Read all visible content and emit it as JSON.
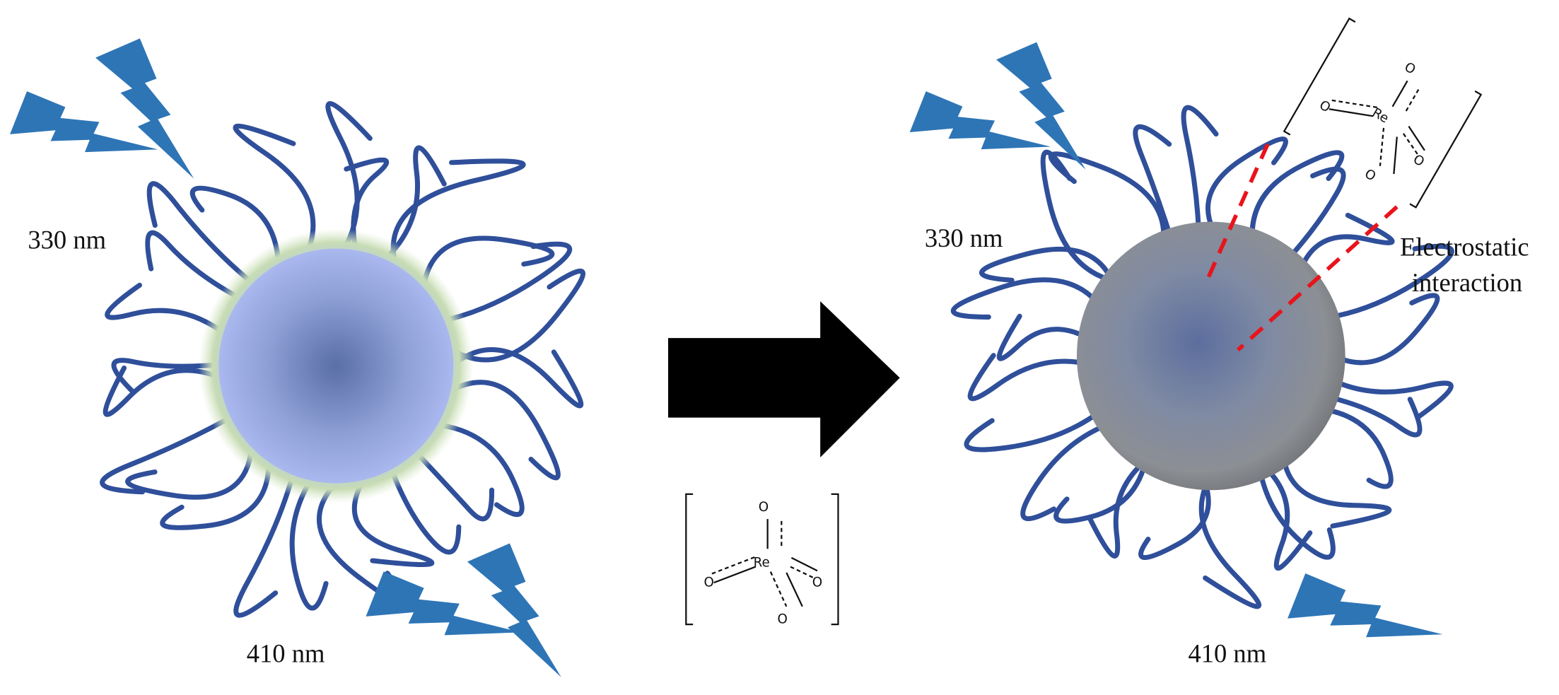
{
  "colors": {
    "bolt": "#2e75b6",
    "strand": "#2f4f9a",
    "dash": "#e8141b",
    "arrow": "#000000"
  },
  "left_panel": {
    "uv_label": "330 nm",
    "vis_label": "410 nm"
  },
  "right_panel": {
    "uv_label": "330 nm",
    "vis_label": "410 nm",
    "interaction_line1": "Electrostatic",
    "interaction_line2": "interaction"
  },
  "molecule": {
    "center_atom": "Re",
    "oxygen": "O"
  }
}
